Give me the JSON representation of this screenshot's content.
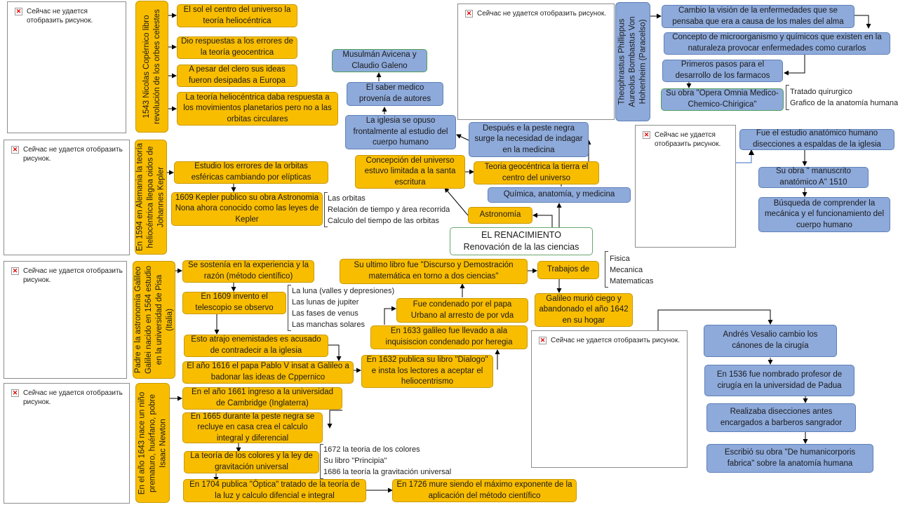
{
  "center": {
    "line1": "EL RENACIMIENTO",
    "line2": "Renovación de la las ciencias"
  },
  "image_placeholder": "Сейчас не удается отобразить рисунок.",
  "copernico": {
    "title": "1543 Nicolas Copérnico libro revolución de los orbes celestes",
    "items": [
      "El sol el centro del universo la teoría heliocéntrica",
      "Dio respuestas a los errores de la teoría geocentrica",
      "A pesar del clero sus ideas fueron desipadas a Europa",
      "La teoría heliocéntrica daba respuesta a los movimientos planetarios pero no a las orbitas circulares"
    ]
  },
  "kepler": {
    "title": "En 1594 en Alemania la teoría heliocéntrica llegoa oidos de Johannes Kepler",
    "items": [
      "Estudio los errores de la orbitas esféricas cambiando por elípticas",
      "1609 Kepler publico su obra Astronomia Nona ahora conocido como las leyes de Kepler"
    ],
    "list": [
      "Las orbitas",
      "Relación de tiempo y área recorrida",
      "Calculo del tiempo de las orbitas"
    ]
  },
  "galileo": {
    "title": "Padre e la astronomía Galileo Galilei nacido en 1564 estudio en la universidad de Pisa (Italia)",
    "items": [
      "Se sostenía en la experiencia y la razón (método científico)",
      "En 1609 invento el telescopio se observo",
      "Esto atrajo enemistades es acusado de contradecir a la iglesia",
      "El año 1616 el papa Pablo V insat a Galileo a badonar las ideas de Cppernico",
      "En 1632 publica su libro \"Dialogo\" e insta los lectores a aceptar el heliocentrismo",
      "En 1633 galileo fue llevado a ala inquisiscion condenado por heregia",
      "Fue condenado por el papa Urbano al arresto de por vda",
      "Su ultimo libro fue \"Discurso y Demostración matemática en torno a dos ciencias\"",
      "Trabajos de",
      "Galileo murió ciego y abandonado el año 1642 en su hogar"
    ],
    "telescope_list": [
      "La luna (valles y depresiones)",
      "Las lunas de jupiter",
      "Las fases de venus",
      "Las manchas solares"
    ],
    "trabajos_list": [
      "Fisica",
      "Mecanica",
      "Matematicas"
    ]
  },
  "newton": {
    "title": "En el año 1643 nace un niño prematuro, huérfano, pobre Isaac Newton",
    "items": [
      "En el año 1661 ingreso a la universidad de Cambridge (Inglaterra)",
      "En 1665 durante la peste negra se recluye en casa crea el calculo integral y diferencial",
      "La teoría de los colores y la ley de gravitación universal",
      "En 1704 publica \"Óptica\" tratado de la teoría de la luz y calculo difencial e integral",
      "En 1726 mure siendo el máximo exponente de la aplicación del método científico"
    ],
    "list": [
      "1672 la teoria de los colores",
      "Su libro \"Principia\"",
      "1686 la teoría la gravitación universal"
    ]
  },
  "medicina": {
    "quimica": "Química, anatomía, y medicina",
    "astronomia": "Astronomía",
    "concepcion": "Concepción del universo estuvo limitada a la santa escritura",
    "geocentrica": "Teoria geocéntrica la tierra el centro del universo",
    "peste": "Después e la peste negra surge la necesidad de indagar en la medicina",
    "iglesia": "La iglesia se opuso frontalmente al estudio del cuerpo humano",
    "saber": "El saber medico provenía de autores",
    "autores": "Musulmán Avicena y Claudio Galeno"
  },
  "paracelso": {
    "title": "Theophrastus Phillippus Aureolus Bombastus Von Hohenheim (Paracelso)",
    "items": [
      "Cambio la visión de la enfermedades que se pensaba que era a causa de los males del alma",
      "Concepto de microorganismo y químicos que existen en la naturaleza provocar enfermedades como curarlos",
      "Primeros pasos para el desarrollo de los farmacos",
      "Su obra \"Opera Omnia Medico-Chemico-Chirigica\""
    ],
    "list": [
      "Tratado quirurgico",
      "Grafico de la anatomía humana"
    ]
  },
  "leonardo": {
    "items": [
      "Fue el estudio anatómico humano disecciones a espaldas de la iglesia",
      "Su obra \" manuscrito anatómico A\" 1510",
      "Búsqueda de comprender la mecánica y el funcionamiento del cuerpo humano"
    ]
  },
  "vesalio": {
    "items": [
      "Andrés Vesalio cambio los cánones de la cirugía",
      "En 1536 fue nombrado profesor de cirugía en la universidad de Padua",
      "Realizaba disecciones antes encargados a barberos sangrador",
      "Escribió su obra \"De humanicorporis fabrica\" sobre la anatomía humana"
    ]
  }
}
